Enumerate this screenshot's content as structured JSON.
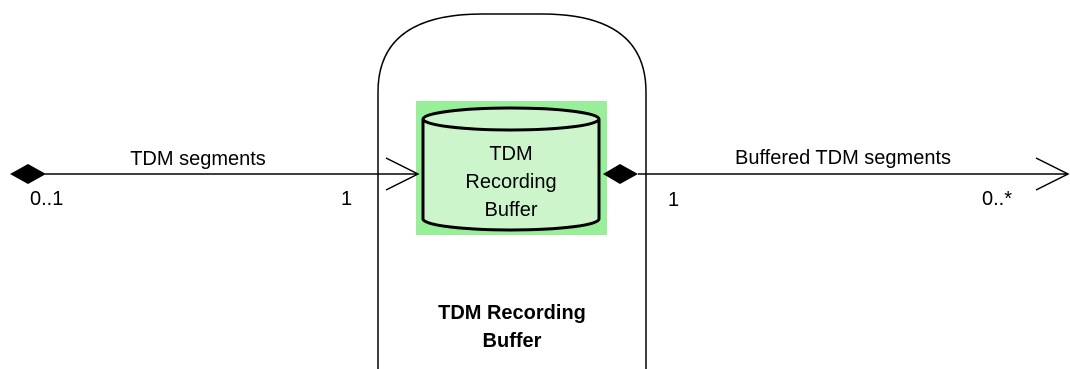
{
  "container": {
    "title_line1": "TDM Recording",
    "title_line2": "Buffer"
  },
  "datastore": {
    "line1": "TDM",
    "line2": "Recording",
    "line3": "Buffer",
    "fill_color": "#99ee99",
    "body_color": "#ccf5cc"
  },
  "input_connector": {
    "label": "TDM segments",
    "source_multiplicity": "0..1",
    "target_multiplicity": "1",
    "source_end": "diamond",
    "target_end": "open-arrow"
  },
  "output_connector": {
    "label": "Buffered TDM segments",
    "source_multiplicity": "1",
    "target_multiplicity": "0..*",
    "source_end": "diamond",
    "target_end": "open-arrow"
  }
}
